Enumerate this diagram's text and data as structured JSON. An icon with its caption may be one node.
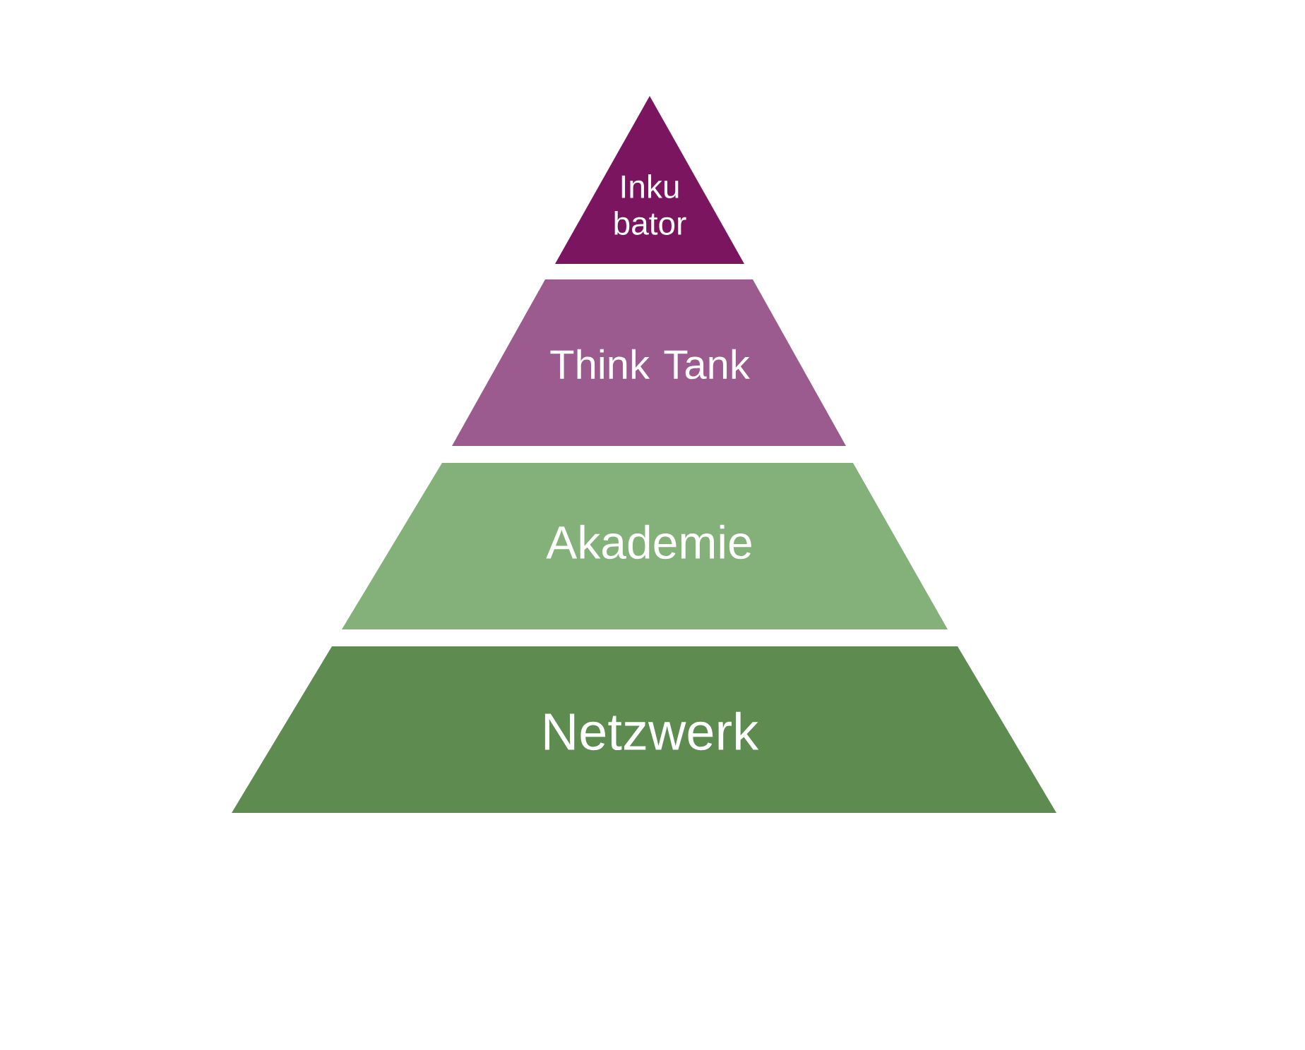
{
  "diagram": {
    "nodes": [
      {
        "text": [
          "Inku bator"
        ]
      },
      {
        "text": [
          "Think Tank"
        ]
      },
      {
        "text": [
          "Akademie"
        ]
      },
      {
        "text": [
          "Netzwerk"
        ]
      }
    ]
  }
}
